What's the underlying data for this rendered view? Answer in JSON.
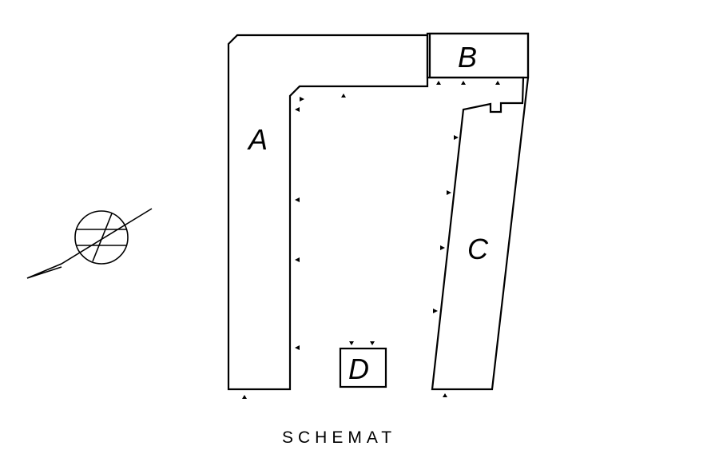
{
  "caption": "SCHEMAT",
  "blocks": {
    "a": "A",
    "b": "B",
    "c": "C",
    "d": "D"
  },
  "icons": {
    "north_arrow": "north-arrow-compass-icon",
    "entrance": "entrance-triangle-icon"
  },
  "colors": {
    "line": "#000000",
    "background": "#ffffff"
  }
}
